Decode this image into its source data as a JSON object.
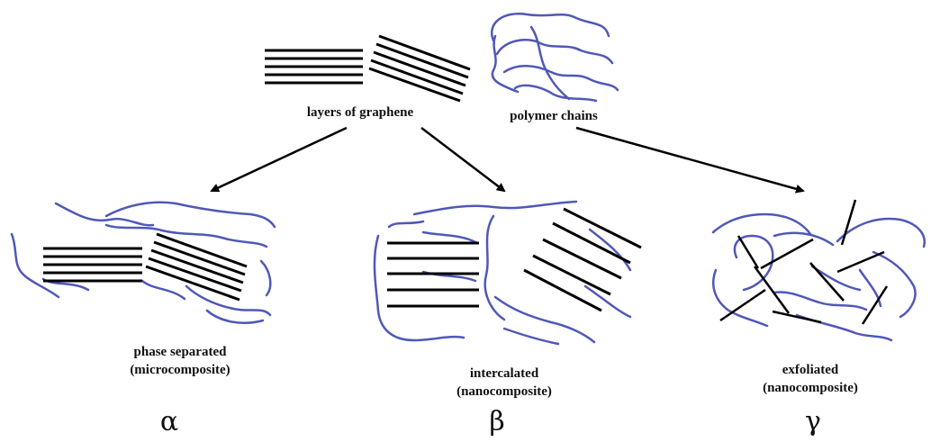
{
  "colors": {
    "polymer": "#5058b8",
    "graphene": "#000000",
    "arrow": "#000000",
    "text": "#111111"
  },
  "labels": {
    "layers": "layers of graphene",
    "polymer": "polymer chains",
    "alpha_line1": "phase separated",
    "alpha_line2": "(microcomposite)",
    "beta_line1": "intercalated",
    "beta_line2": "(nanocomposite)",
    "gamma_line1": "exfoliated",
    "gamma_line2": "(nanocomposite)"
  },
  "greek": {
    "alpha": "α",
    "beta": "β",
    "gamma": "γ"
  }
}
